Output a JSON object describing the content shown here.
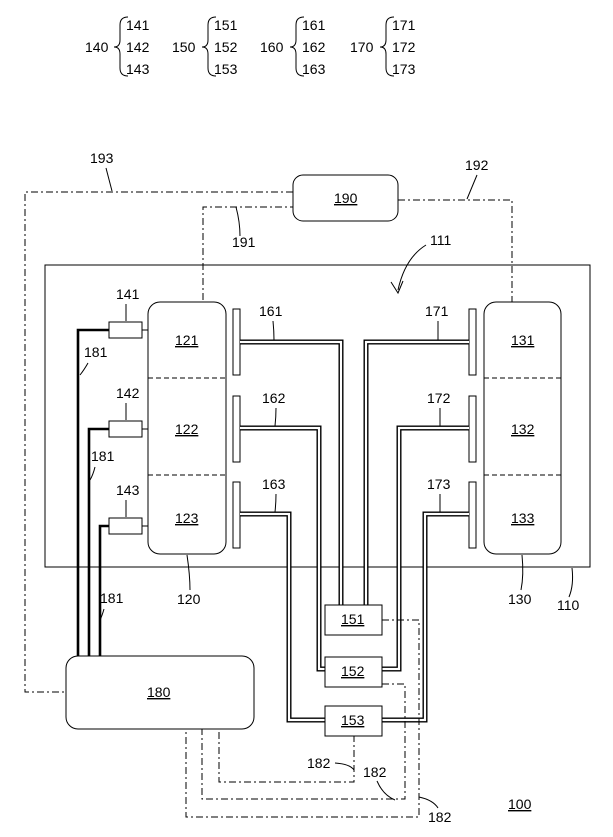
{
  "legend": {
    "groups": [
      {
        "parent": "140",
        "children": [
          "141",
          "142",
          "143"
        ]
      },
      {
        "parent": "150",
        "children": [
          "151",
          "152",
          "153"
        ]
      },
      {
        "parent": "160",
        "children": [
          "161",
          "162",
          "163"
        ]
      },
      {
        "parent": "170",
        "children": [
          "171",
          "172",
          "173"
        ]
      }
    ]
  },
  "labels": {
    "system": "100",
    "frame": "110",
    "frame_arrow": "111",
    "left_stack": "120",
    "left_stack_sections": [
      "121",
      "122",
      "123"
    ],
    "right_stack": "130",
    "right_stack_sections": [
      "131",
      "132",
      "133"
    ],
    "sensors": [
      "141",
      "142",
      "143"
    ],
    "valves": [
      "151",
      "152",
      "153"
    ],
    "left_plates": [
      "161",
      "162",
      "163"
    ],
    "right_plates": [
      "171",
      "172",
      "173"
    ],
    "controller": "180",
    "sensor_lines": [
      "181",
      "181",
      "181"
    ],
    "control_lines": [
      "182",
      "182",
      "182"
    ],
    "host": "190",
    "host_links": [
      "191",
      "192",
      "193"
    ]
  }
}
